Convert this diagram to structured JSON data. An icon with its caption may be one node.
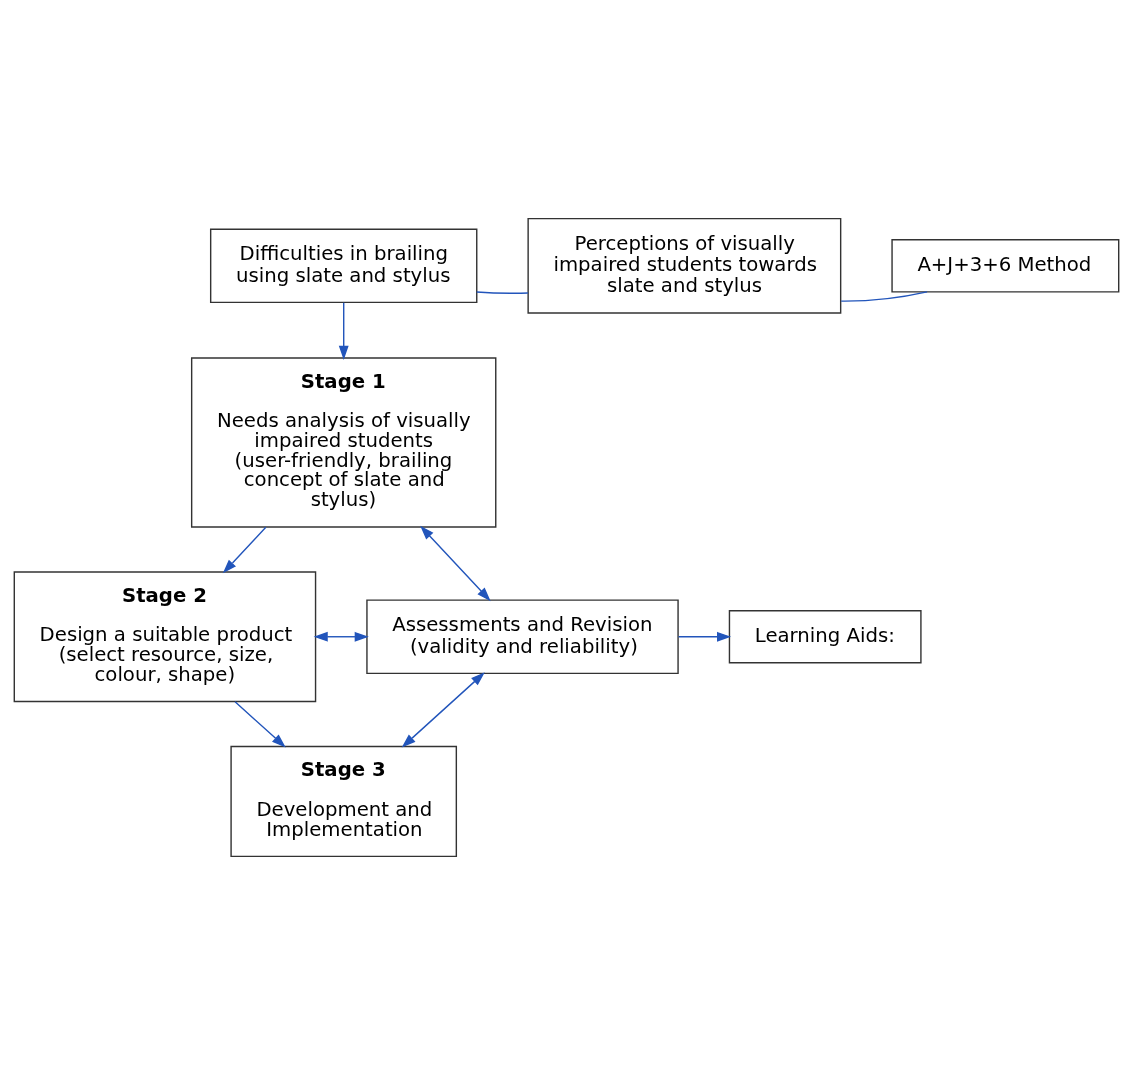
{
  "diagram": {
    "nodes": [
      {
        "text": [
          "Difficulties in brailing using slate and stylus"
        ]
      },
      {
        "text": [
          "Perceptions of visually impaired students towards slate and stylus"
        ]
      },
      {
        "text": [
          "A+J+3+6 Method"
        ]
      },
      {
        "text": [
          "Stage 1",
          "Needs analysis of visually impaired students (user-friendly, brailing concept of slate and stylus)"
        ]
      },
      {
        "text": [
          "Stage 2",
          "Design a suitable product (select resource, size, colour, shape)"
        ]
      },
      {
        "text": [
          "Assessments and Revision (validity and reliability)"
        ]
      },
      {
        "text": [
          "Learning Aids:"
        ]
      },
      {
        "text": [
          "Stage 3",
          "Development and Implementation"
        ]
      }
    ],
    "edges": [
      {
        "from": 0,
        "to": 1,
        "arrow": "none"
      },
      {
        "from": 1,
        "to": 2,
        "arrow": "none"
      },
      {
        "from": 0,
        "to": 3,
        "arrow": "to"
      },
      {
        "from": 3,
        "to": 4,
        "arrow": "to"
      },
      {
        "from": 3,
        "to": 5,
        "arrow": "both"
      },
      {
        "from": 4,
        "to": 5,
        "arrow": "both"
      },
      {
        "from": 5,
        "to": 6,
        "arrow": "to"
      },
      {
        "from": 4,
        "to": 7,
        "arrow": "to"
      },
      {
        "from": 7,
        "to": 5,
        "arrow": "both"
      }
    ]
  }
}
